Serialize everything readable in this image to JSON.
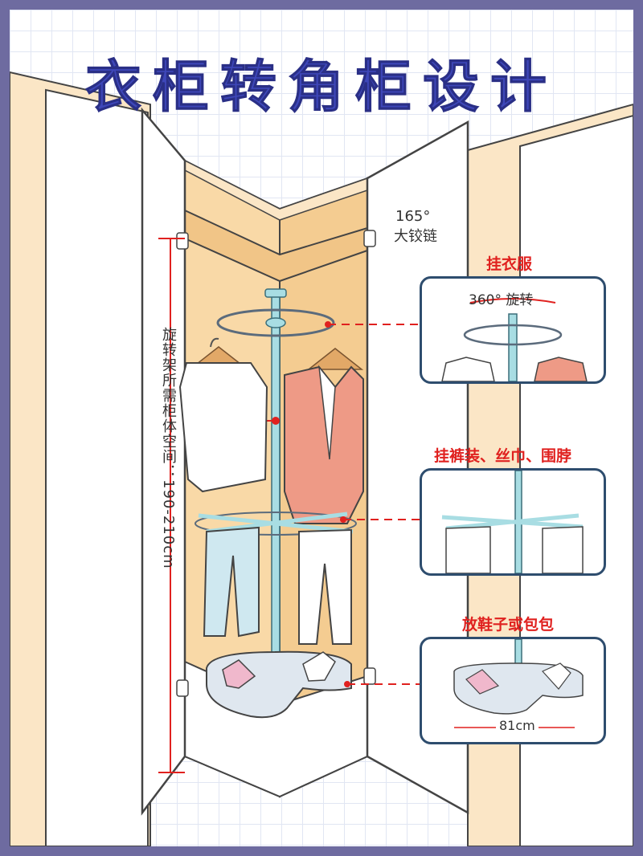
{
  "title": "衣柜转角柜设计",
  "hinge_note": {
    "angle": "165°",
    "label": "大铰链"
  },
  "height_note": "旋转架所需柜体空间：190-210cm",
  "callouts": {
    "clothes": {
      "label": "挂衣服",
      "rotation": "360° 旋转"
    },
    "pants": {
      "label": "挂裤装、丝巾、围脖"
    },
    "shoes": {
      "label": "放鞋子或包包",
      "width": "81cm"
    }
  },
  "colors": {
    "title": "#3e47b9",
    "frame": "#6e6ba0",
    "accent_red": "#e0211f",
    "pole": "#a8dde3",
    "wood": "#f6dcb2",
    "interior": "#f9d9a7",
    "jacket": "#ee9a86",
    "jeans": "#cfe8f0"
  }
}
